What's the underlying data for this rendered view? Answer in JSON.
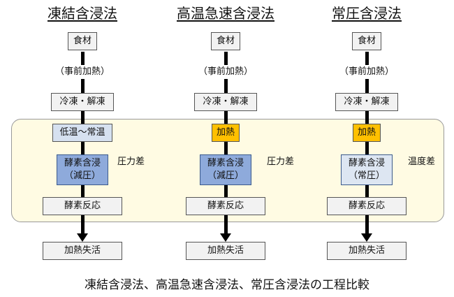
{
  "columns": [
    {
      "title": "凍結含浸法",
      "ingredient": "食材",
      "preheat": "（事前加熱）",
      "thaw": "冷凍・解凍",
      "temperature": "低温～常温",
      "impregnation_line1": "酵素含浸",
      "impregnation_line2": "（減圧）",
      "reaction": "酵素反応",
      "inactivation": "加熱失活",
      "driver": "圧力差"
    },
    {
      "title": "高温急速含浸法",
      "ingredient": "食材",
      "preheat": "（事前加熱）",
      "thaw": "冷凍・解凍",
      "temperature": "加熱",
      "impregnation_line1": "酵素含浸",
      "impregnation_line2": "（減圧）",
      "reaction": "酵素反応",
      "inactivation": "加熱失活",
      "driver": "圧力差"
    },
    {
      "title": "常圧含浸法",
      "ingredient": "食材",
      "preheat": "（事前加熱）",
      "thaw": "冷凍・解凍",
      "temperature": "加熱",
      "impregnation_line1": "酵素含浸",
      "impregnation_line2": "（常圧）",
      "reaction": "酵素反応",
      "inactivation": "加熱失活",
      "driver": "温度差"
    }
  ],
  "caption": "凍結含浸法、高温急速含浸法、常圧含浸法の工程比較",
  "colors": {
    "highlight_bg": "#fffbe3",
    "low_temp_box": "#d6e1f0",
    "heat_box": "#ffc000",
    "reduced_pressure_box": "#8eaadb",
    "normal_pressure_box": "#dde6f2",
    "step_box": "#f2f2f2"
  }
}
